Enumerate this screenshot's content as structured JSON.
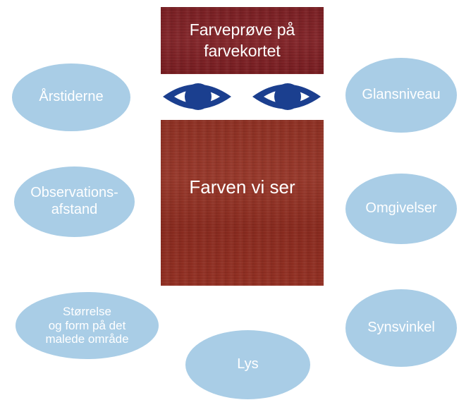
{
  "center": {
    "reference_label": "Farveprøve på\nfarvekortet",
    "seen_label": "Farven vi ser"
  },
  "factors": {
    "aarstiderne": "Årstiderne",
    "glansniveau": "Glansniveau",
    "observationsafstand": "Observations-\nafstand",
    "omgivelser": "Omgivelser",
    "stoerrelse": "Størrelse\nog form på det\nmalede område",
    "synsvinkel": "Synsvinkel",
    "lys": "Lys"
  },
  "colors": {
    "bubble": "#a9cde6",
    "eye": "#1b3f8f",
    "reference_swatch": "#7d2024",
    "seen_swatch": "#8c2a1e"
  },
  "icons": {
    "eye_left": "eye-icon",
    "eye_right": "eye-icon"
  }
}
